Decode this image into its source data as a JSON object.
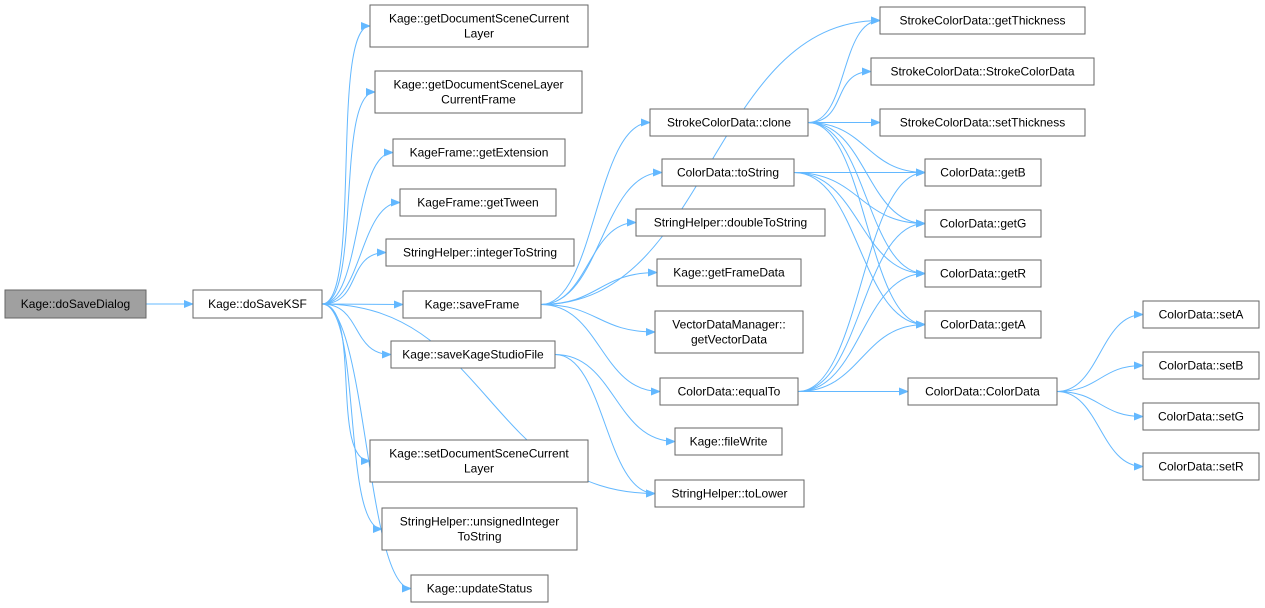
{
  "nodes": [
    {
      "id": "doSaveDialog",
      "lines": [
        "Kage::doSaveDialog"
      ],
      "root": true
    },
    {
      "id": "doSaveKSF",
      "lines": [
        "Kage::doSaveKSF"
      ]
    },
    {
      "id": "getDocumentSceneCurrentLayer",
      "lines": [
        "Kage::getDocumentSceneCurrent",
        "Layer"
      ]
    },
    {
      "id": "getDocumentSceneLayerCurrentFrame",
      "lines": [
        "Kage::getDocumentSceneLayer",
        "CurrentFrame"
      ]
    },
    {
      "id": "getExtension",
      "lines": [
        "KageFrame::getExtension"
      ]
    },
    {
      "id": "getTween",
      "lines": [
        "KageFrame::getTween"
      ]
    },
    {
      "id": "integerToString",
      "lines": [
        "StringHelper::integerToString"
      ]
    },
    {
      "id": "saveFrame",
      "lines": [
        "Kage::saveFrame"
      ]
    },
    {
      "id": "saveKageStudioFile",
      "lines": [
        "Kage::saveKageStudioFile"
      ]
    },
    {
      "id": "setDocumentSceneCurrentLayer",
      "lines": [
        "Kage::setDocumentSceneCurrent",
        "Layer"
      ]
    },
    {
      "id": "unsignedIntegerToString",
      "lines": [
        "StringHelper::unsignedInteger",
        "ToString"
      ]
    },
    {
      "id": "updateStatus",
      "lines": [
        "Kage::updateStatus"
      ]
    },
    {
      "id": "strokeClone",
      "lines": [
        "StrokeColorData::clone"
      ]
    },
    {
      "id": "colorToString",
      "lines": [
        "ColorData::toString"
      ]
    },
    {
      "id": "doubleToString",
      "lines": [
        "StringHelper::doubleToString"
      ]
    },
    {
      "id": "getFrameData",
      "lines": [
        "Kage::getFrameData"
      ]
    },
    {
      "id": "getVectorData",
      "lines": [
        "VectorDataManager::",
        "getVectorData"
      ]
    },
    {
      "id": "equalTo",
      "lines": [
        "ColorData::equalTo"
      ]
    },
    {
      "id": "fileWrite",
      "lines": [
        "Kage::fileWrite"
      ]
    },
    {
      "id": "toLower",
      "lines": [
        "StringHelper::toLower"
      ]
    },
    {
      "id": "getThickness",
      "lines": [
        "StrokeColorData::getThickness"
      ]
    },
    {
      "id": "strokeCtor",
      "lines": [
        "StrokeColorData::StrokeColorData"
      ]
    },
    {
      "id": "setThickness",
      "lines": [
        "StrokeColorData::setThickness"
      ]
    },
    {
      "id": "getB",
      "lines": [
        "ColorData::getB"
      ]
    },
    {
      "id": "getG",
      "lines": [
        "ColorData::getG"
      ]
    },
    {
      "id": "getR",
      "lines": [
        "ColorData::getR"
      ]
    },
    {
      "id": "getA",
      "lines": [
        "ColorData::getA"
      ]
    },
    {
      "id": "colorCtor",
      "lines": [
        "ColorData::ColorData"
      ]
    },
    {
      "id": "setA",
      "lines": [
        "ColorData::setA"
      ]
    },
    {
      "id": "setB",
      "lines": [
        "ColorData::setB"
      ]
    },
    {
      "id": "setG",
      "lines": [
        "ColorData::setG"
      ]
    },
    {
      "id": "setR",
      "lines": [
        "ColorData::setR"
      ]
    }
  ],
  "edges": [
    [
      "doSaveDialog",
      "doSaveKSF"
    ],
    [
      "doSaveKSF",
      "getDocumentSceneCurrentLayer"
    ],
    [
      "doSaveKSF",
      "getDocumentSceneLayerCurrentFrame"
    ],
    [
      "doSaveKSF",
      "getExtension"
    ],
    [
      "doSaveKSF",
      "getTween"
    ],
    [
      "doSaveKSF",
      "integerToString"
    ],
    [
      "doSaveKSF",
      "saveFrame"
    ],
    [
      "doSaveKSF",
      "saveKageStudioFile"
    ],
    [
      "doSaveKSF",
      "setDocumentSceneCurrentLayer"
    ],
    [
      "doSaveKSF",
      "unsignedIntegerToString"
    ],
    [
      "doSaveKSF",
      "updateStatus"
    ],
    [
      "doSaveKSF",
      "toLower"
    ],
    [
      "saveFrame",
      "strokeClone"
    ],
    [
      "saveFrame",
      "colorToString"
    ],
    [
      "saveFrame",
      "doubleToString"
    ],
    [
      "saveFrame",
      "getFrameData"
    ],
    [
      "saveFrame",
      "getVectorData"
    ],
    [
      "saveFrame",
      "equalTo"
    ],
    [
      "saveFrame",
      "getThickness"
    ],
    [
      "saveKageStudioFile",
      "fileWrite"
    ],
    [
      "saveKageStudioFile",
      "toLower"
    ],
    [
      "strokeClone",
      "getThickness"
    ],
    [
      "strokeClone",
      "strokeCtor"
    ],
    [
      "strokeClone",
      "setThickness"
    ],
    [
      "strokeClone",
      "getB"
    ],
    [
      "strokeClone",
      "getG"
    ],
    [
      "strokeClone",
      "getR"
    ],
    [
      "strokeClone",
      "getA"
    ],
    [
      "colorToString",
      "getB"
    ],
    [
      "colorToString",
      "getG"
    ],
    [
      "colorToString",
      "getR"
    ],
    [
      "colorToString",
      "getA"
    ],
    [
      "equalTo",
      "getB"
    ],
    [
      "equalTo",
      "getG"
    ],
    [
      "equalTo",
      "getR"
    ],
    [
      "equalTo",
      "getA"
    ],
    [
      "equalTo",
      "colorCtor"
    ],
    [
      "colorCtor",
      "setA"
    ],
    [
      "colorCtor",
      "setB"
    ],
    [
      "colorCtor",
      "setG"
    ],
    [
      "colorCtor",
      "setR"
    ]
  ]
}
